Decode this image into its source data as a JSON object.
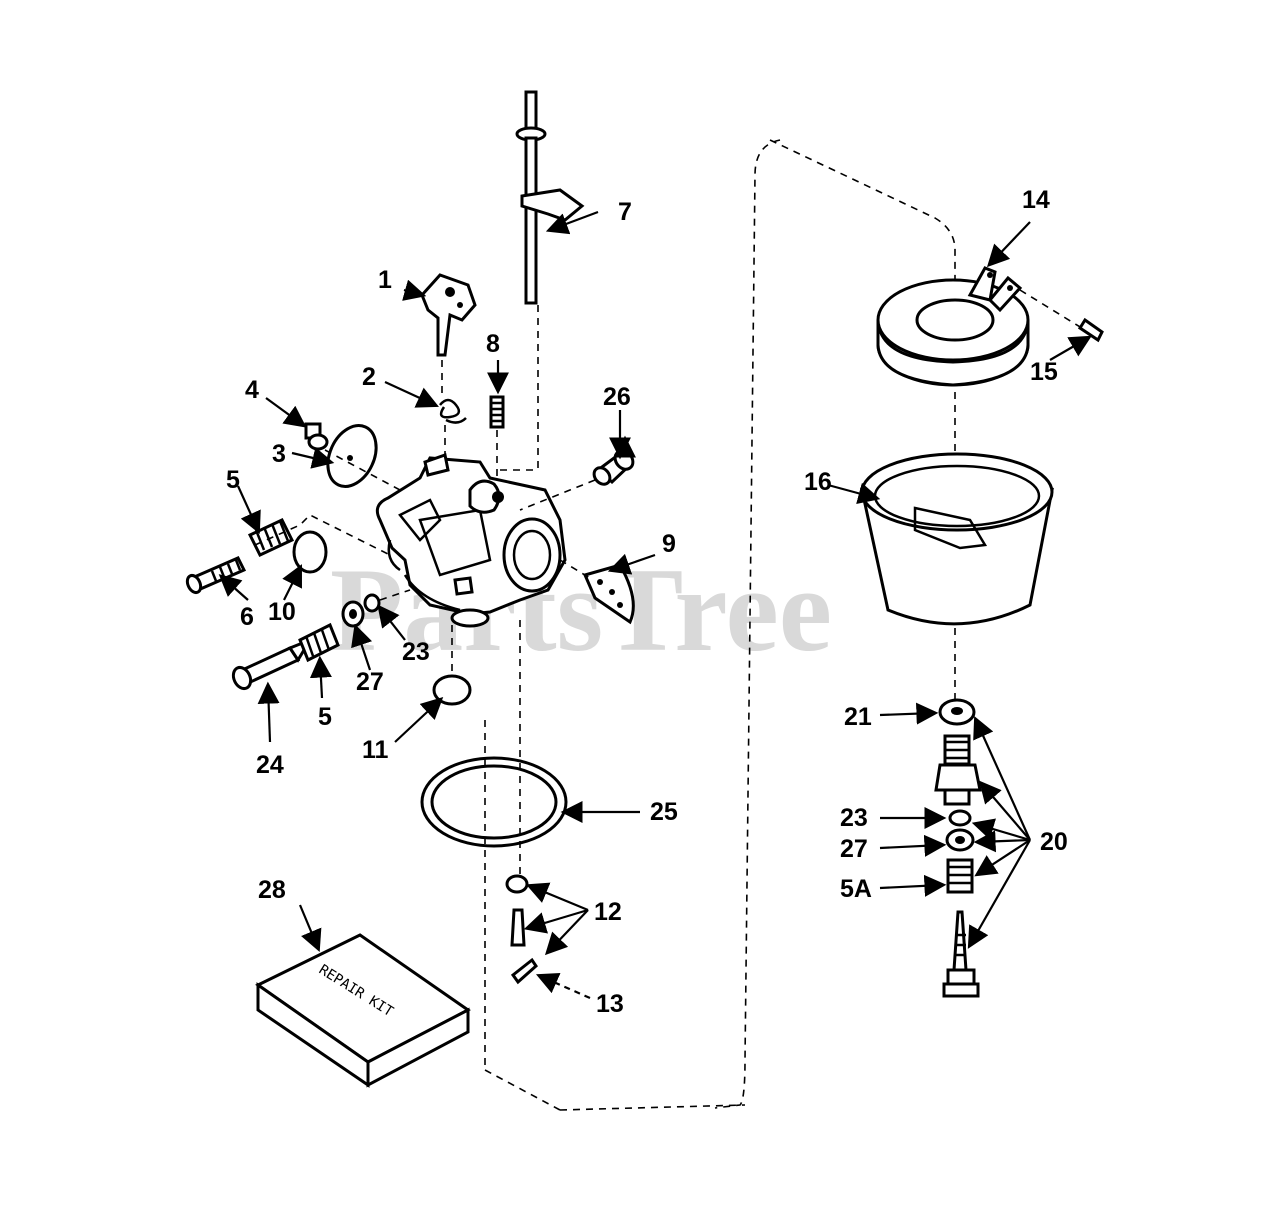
{
  "watermark": "PartsTree",
  "repair_kit_text": "REPAIR KIT",
  "callouts": [
    "1",
    "2",
    "3",
    "4",
    "5",
    "6",
    "7",
    "8",
    "9",
    "10",
    "11",
    "12",
    "13",
    "14",
    "15",
    "16",
    "20",
    "21",
    "23",
    "24",
    "25",
    "26",
    "27",
    "28",
    "5A"
  ],
  "labels": {
    "l1": "1",
    "l2": "2",
    "l3": "3",
    "l4": "4",
    "l5a": "5",
    "l5b": "5",
    "l6": "6",
    "l7": "7",
    "l8": "8",
    "l9": "9",
    "l10": "10",
    "l11": "11",
    "l12": "12",
    "l13": "13",
    "l14": "14",
    "l15": "15",
    "l16": "16",
    "l20": "20",
    "l21": "21",
    "l23a": "23",
    "l23b": "23",
    "l24": "24",
    "l25": "25",
    "l26": "26",
    "l27a": "27",
    "l27b": "27",
    "l28": "28",
    "l5A": "5A"
  }
}
